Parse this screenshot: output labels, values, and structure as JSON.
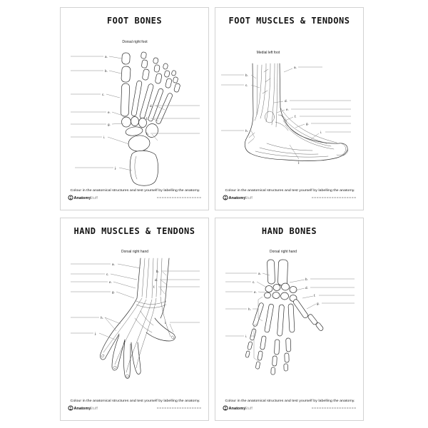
{
  "canvas": {
    "background": "#ffffff",
    "page_border": "#d2d2d2",
    "ink": "#2e2e2e"
  },
  "footer_instruction": "Colour in the anatomical structures and test yourself by labelling the anatomy.",
  "logo": {
    "bold": "Anatomy",
    "light": "Stuff"
  },
  "pages": [
    {
      "id": "foot-bones",
      "title": "FOOT BONES",
      "subtitle": "Dorsal right foot",
      "labels": [
        {
          "letter": "a."
        },
        {
          "letter": "b."
        },
        {
          "letter": "c."
        },
        {
          "letter": "d."
        },
        {
          "letter": "e."
        },
        {
          "letter": "f."
        },
        {
          "letter": "g."
        },
        {
          "letter": "h."
        },
        {
          "letter": "i."
        },
        {
          "letter": "j."
        }
      ]
    },
    {
      "id": "foot-muscles-tendons",
      "title": "FOOT MUSCLES & TENDONS",
      "subtitle": "Medial left foot",
      "labels": [
        {
          "letter": "a."
        },
        {
          "letter": "b."
        },
        {
          "letter": "c."
        },
        {
          "letter": "d."
        },
        {
          "letter": "e."
        },
        {
          "letter": "f."
        },
        {
          "letter": "g."
        },
        {
          "letter": "h."
        },
        {
          "letter": "i."
        },
        {
          "letter": "j."
        }
      ]
    },
    {
      "id": "hand-muscles-tendons",
      "title": "HAND MUSCLES & TENDONS",
      "subtitle": "Dorsal right hand",
      "labels": [
        {
          "letter": "a."
        },
        {
          "letter": "b."
        },
        {
          "letter": "c."
        },
        {
          "letter": "d."
        },
        {
          "letter": "e."
        },
        {
          "letter": "f."
        },
        {
          "letter": "g."
        },
        {
          "letter": "h."
        },
        {
          "letter": "i."
        },
        {
          "letter": "j."
        }
      ]
    },
    {
      "id": "hand-bones",
      "title": "HAND BONES",
      "subtitle": "Dorsal right hand",
      "labels": [
        {
          "letter": "a."
        },
        {
          "letter": "b."
        },
        {
          "letter": "c."
        },
        {
          "letter": "d."
        },
        {
          "letter": "e."
        },
        {
          "letter": "f."
        },
        {
          "letter": "g."
        },
        {
          "letter": "h."
        },
        {
          "letter": "i."
        }
      ]
    }
  ]
}
